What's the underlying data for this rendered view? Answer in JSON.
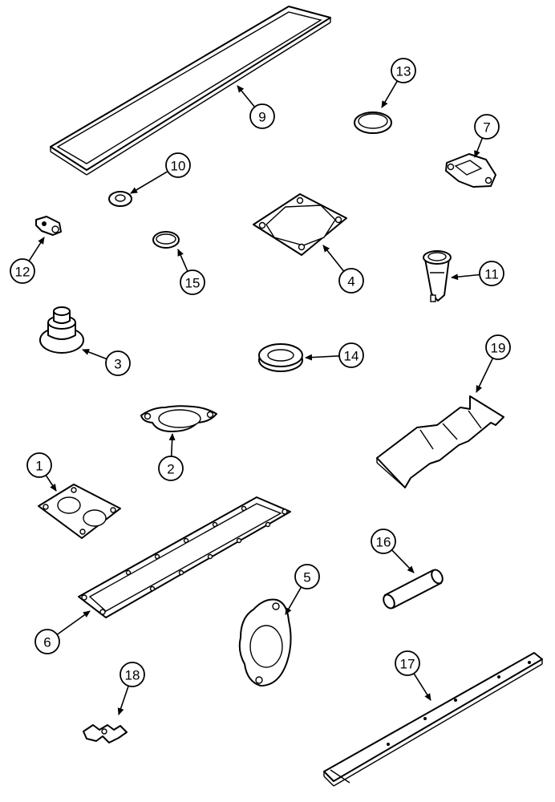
{
  "callouts": [
    {
      "id": "1",
      "label": "1"
    },
    {
      "id": "2",
      "label": "2"
    },
    {
      "id": "3",
      "label": "3"
    },
    {
      "id": "4",
      "label": "4"
    },
    {
      "id": "5",
      "label": "5"
    },
    {
      "id": "6",
      "label": "6"
    },
    {
      "id": "7",
      "label": "7"
    },
    {
      "id": "9",
      "label": "9"
    },
    {
      "id": "10",
      "label": "10"
    },
    {
      "id": "11",
      "label": "11"
    },
    {
      "id": "12",
      "label": "12"
    },
    {
      "id": "13",
      "label": "13"
    },
    {
      "id": "14",
      "label": "14"
    },
    {
      "id": "15",
      "label": "15"
    },
    {
      "id": "16",
      "label": "16"
    },
    {
      "id": "17",
      "label": "17"
    },
    {
      "id": "18",
      "label": "18"
    },
    {
      "id": "19",
      "label": "19"
    }
  ]
}
